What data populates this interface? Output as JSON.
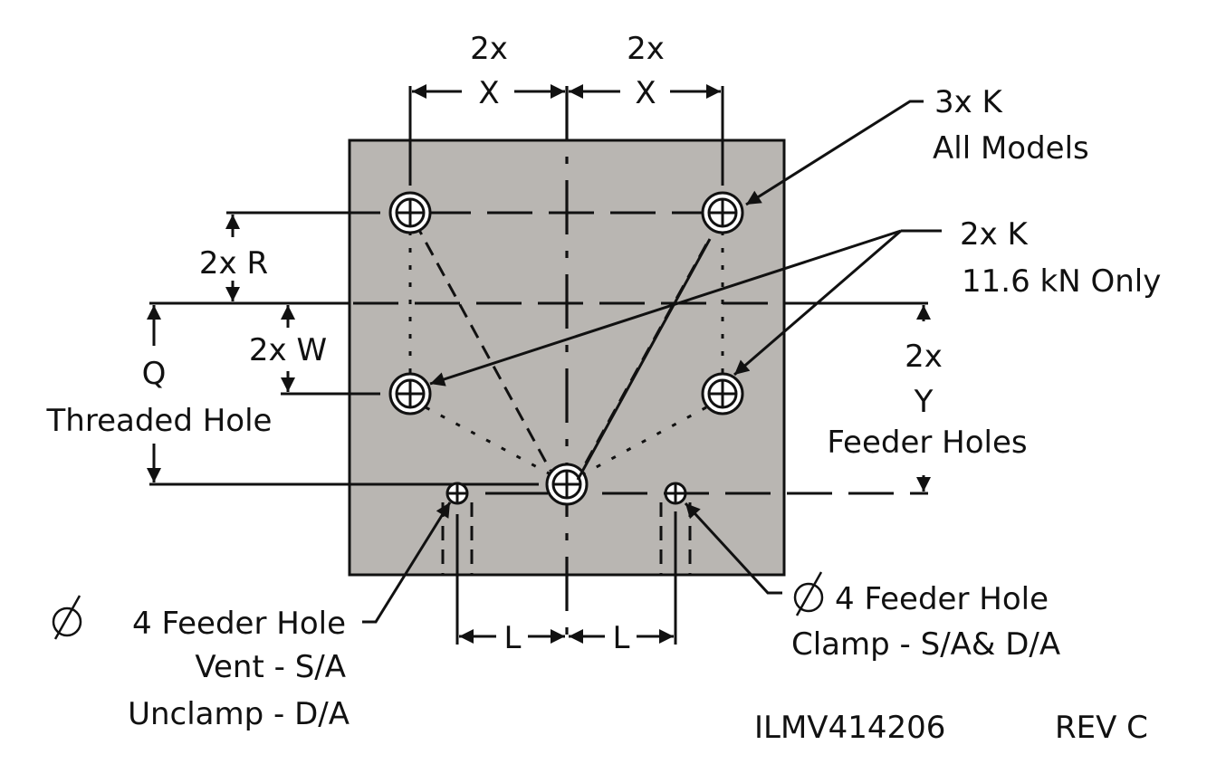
{
  "drawing": {
    "plate_color": "#b9b6b2",
    "line_color": "#111111",
    "hole_fill": "#ffffff",
    "dimensions": {
      "x_left_qty": "2x",
      "x_left": "X",
      "x_right_qty": "2x",
      "x_right": "X",
      "r": "2x R",
      "w": "2x W",
      "q": "Q",
      "q_desc": "Threaded Hole",
      "y_qty": "2x",
      "y": "Y",
      "y_desc": "Feeder Holes",
      "l_left": "L",
      "l_right": "L"
    },
    "callouts": {
      "k_all_qty": "3x K",
      "k_all_desc": "All Models",
      "k_116_qty": "2x K",
      "k_116_desc": "11.6 kN Only",
      "feeder_left_symbol": "diameter-icon",
      "feeder_left_title": "4 Feeder Hole",
      "feeder_left_line2": "Vent - S/A",
      "feeder_left_line3": "Unclamp - D/A",
      "feeder_right_symbol": "diameter-icon",
      "feeder_right_title": "4 Feeder Hole",
      "feeder_right_line2": "Clamp - S/A& D/A"
    },
    "title_block": {
      "part_number": "ILMV414206",
      "revision": "REV C"
    }
  }
}
